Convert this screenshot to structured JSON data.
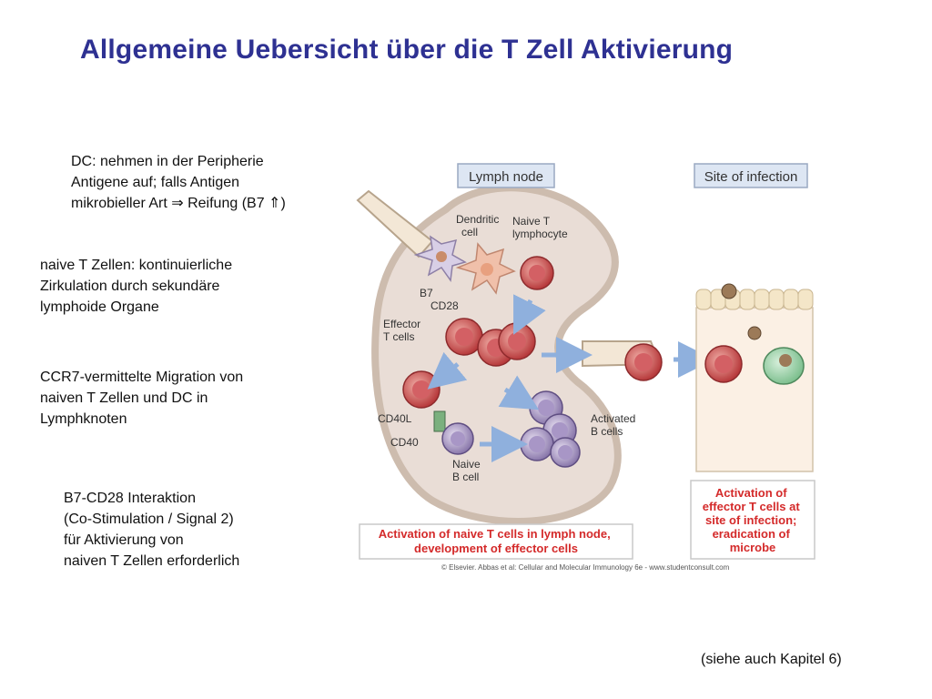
{
  "title": "Allgemeine Uebersicht über die T Zell Aktivierung",
  "notes": {
    "dc": "DC: nehmen in der Peripherie\nAntigene auf; falls Antigen\nmikrobieller Art ⇒ Reifung (B7 ⇑)",
    "naive": "naive T Zellen: kontinuierliche\nZirkulation durch sekundäre\nlymphoide Organe",
    "ccr7": "CCR7-vermittelte Migration von\nnaiven T Zellen und DC in\nLymphknoten",
    "b7": "B7-CD28 Interaktion\n(Co-Stimulation / Signal 2)\nfür Aktivierung von\nnaiven T Zellen erforderlich"
  },
  "figure": {
    "lymph_node": "Lymph node",
    "site_of_infection": "Site of infection",
    "dendritic_cell": [
      "Dendritic",
      "cell"
    ],
    "naive_t": [
      "Naive T",
      "lymphocyte"
    ],
    "b7": "B7",
    "cd28": "CD28",
    "effector_t": [
      "Effector",
      "T cells"
    ],
    "cd40l": "CD40L",
    "cd40": "CD40",
    "naive_b": [
      "Naive",
      "B cell"
    ],
    "activated_b": [
      "Activated",
      "B cells"
    ],
    "caption_left": [
      "Activation of naive T cells in lymph node,",
      "development of effector cells"
    ],
    "caption_right": [
      "Activation of",
      "effector T cells at",
      "site of infection;",
      "eradication of",
      "microbe"
    ],
    "copyright": "© Elsevier. Abbas et al: Cellular and Molecular Immunology 6e - www.studentconsult.com"
  },
  "colors": {
    "title": "#2e3192",
    "caption_red": "#d42a2a",
    "node_fill": "#e9ddd6",
    "node_border": "#cdbcae",
    "t_cell": "#c8474a",
    "b_cell": "#9b89b8",
    "arrow": "#8fb0dd"
  },
  "footer": "(siehe auch Kapitel 6)"
}
